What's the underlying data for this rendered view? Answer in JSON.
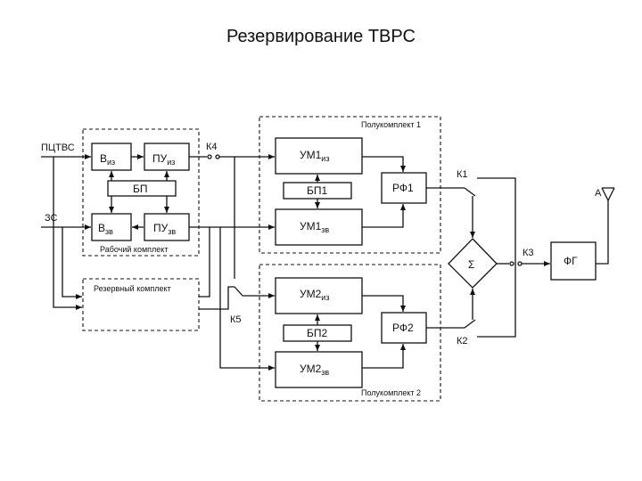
{
  "title": "Резервирование ТВРС",
  "groups": {
    "working_set": "Рабочий комплект",
    "reserve_set": "Резервный комплект",
    "half_set_1": "Полукомплект 1",
    "half_set_2": "Полукомплект 2"
  },
  "blocks": {
    "v_main": "В",
    "v_sub": "из",
    "pu_iz_main": "ПУ",
    "pu_iz_sub": "из",
    "bp": "БП",
    "v_zv_main": "В",
    "v_zv_sub": "зв",
    "pu_zv_main": "ПУ",
    "pu_zv_sub": "зв",
    "um1_iz_main": "УМ1",
    "um1_iz_sub": "из",
    "bp1": "БП1",
    "um1_zv_main": "УМ1",
    "um1_zv_sub": "зв",
    "rf1": "РФ1",
    "um2_iz_main": "УМ2",
    "um2_iz_sub": "из",
    "bp2": "БП2",
    "um2_zv_main": "УМ2",
    "um2_zv_sub": "зв",
    "rf2": "РФ2",
    "sum": "Σ",
    "fg": "ФГ"
  },
  "labels": {
    "input_pctvs": "ПЦТВС",
    "input_zs": "ЗС",
    "k1": "К1",
    "k2": "К2",
    "k3": "К3",
    "k4": "К4",
    "k5": "К5",
    "antenna": "А"
  }
}
